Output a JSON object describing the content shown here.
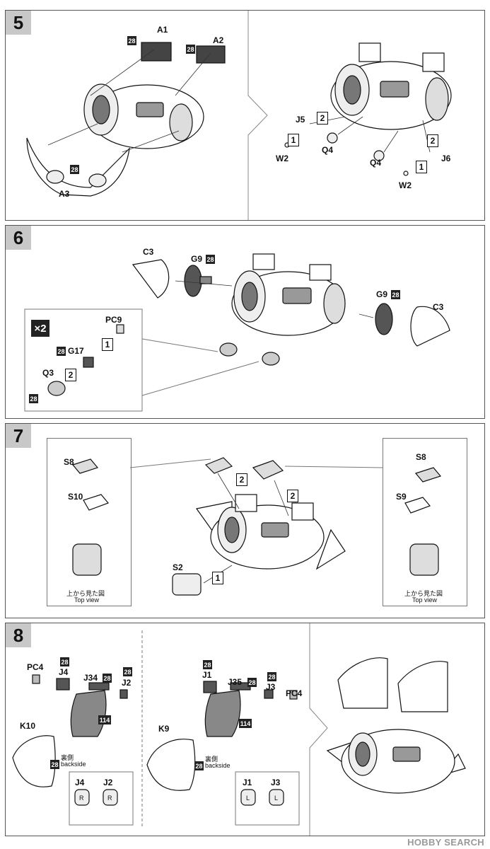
{
  "steps": [
    {
      "number": "5"
    },
    {
      "number": "6"
    },
    {
      "number": "7"
    },
    {
      "number": "8"
    }
  ],
  "step5": {
    "parts": {
      "a1": "A1",
      "a2": "A2",
      "a3": "A3",
      "j5": "J5",
      "j6": "J6",
      "q4a": "Q4",
      "q4b": "Q4",
      "w2a": "W2",
      "w2b": "W2"
    },
    "colors": {
      "c1": "28",
      "c2": "28",
      "c3": "28"
    },
    "order": {
      "o1": "2",
      "o2": "1",
      "o3": "2",
      "o4": "1"
    }
  },
  "step6": {
    "parts": {
      "c3a": "C3",
      "c3b": "C3",
      "g9a": "G9",
      "g9b": "G9",
      "pc9": "PC9",
      "g17": "G17",
      "q3": "Q3"
    },
    "colors": {
      "g9a": "28",
      "g9b": "28",
      "g17": "28",
      "q3": "28"
    },
    "order": {
      "o1": "1",
      "o2": "2"
    },
    "multiplier": "×2"
  },
  "step7": {
    "parts": {
      "s8a": "S8",
      "s10": "S10",
      "s8b": "S8",
      "s9": "S9",
      "s2": "S2"
    },
    "order": {
      "o1": "2",
      "o2": "2",
      "o3": "1"
    },
    "topview": {
      "jp": "上から見た図",
      "en": "Top view"
    }
  },
  "step8": {
    "left": {
      "parts": {
        "pc4": "PC4",
        "j4": "J4",
        "j34": "J34",
        "j2": "J2",
        "k10": "K10"
      },
      "colors": {
        "j4": "28",
        "j34": "28",
        "j2": "28",
        "k10": "28"
      },
      "cnum114": "114",
      "backside_jp": "裏側",
      "backside_en": "backside",
      "key": {
        "j4": "J4",
        "j2": "J2",
        "r1": "R",
        "r2": "R"
      }
    },
    "right": {
      "parts": {
        "j1": "J1",
        "j35": "J35",
        "j3": "J3",
        "pc4": "PC4",
        "k9": "K9"
      },
      "colors": {
        "j1": "28",
        "j35": "28",
        "j3": "28",
        "k9": "28"
      },
      "cnum114": "114",
      "backside_jp": "裏側",
      "backside_en": "backside",
      "key": {
        "j1": "J1",
        "j3": "J3",
        "l1": "L",
        "l2": "L"
      }
    }
  },
  "watermark": "HOBBY SEARCH"
}
